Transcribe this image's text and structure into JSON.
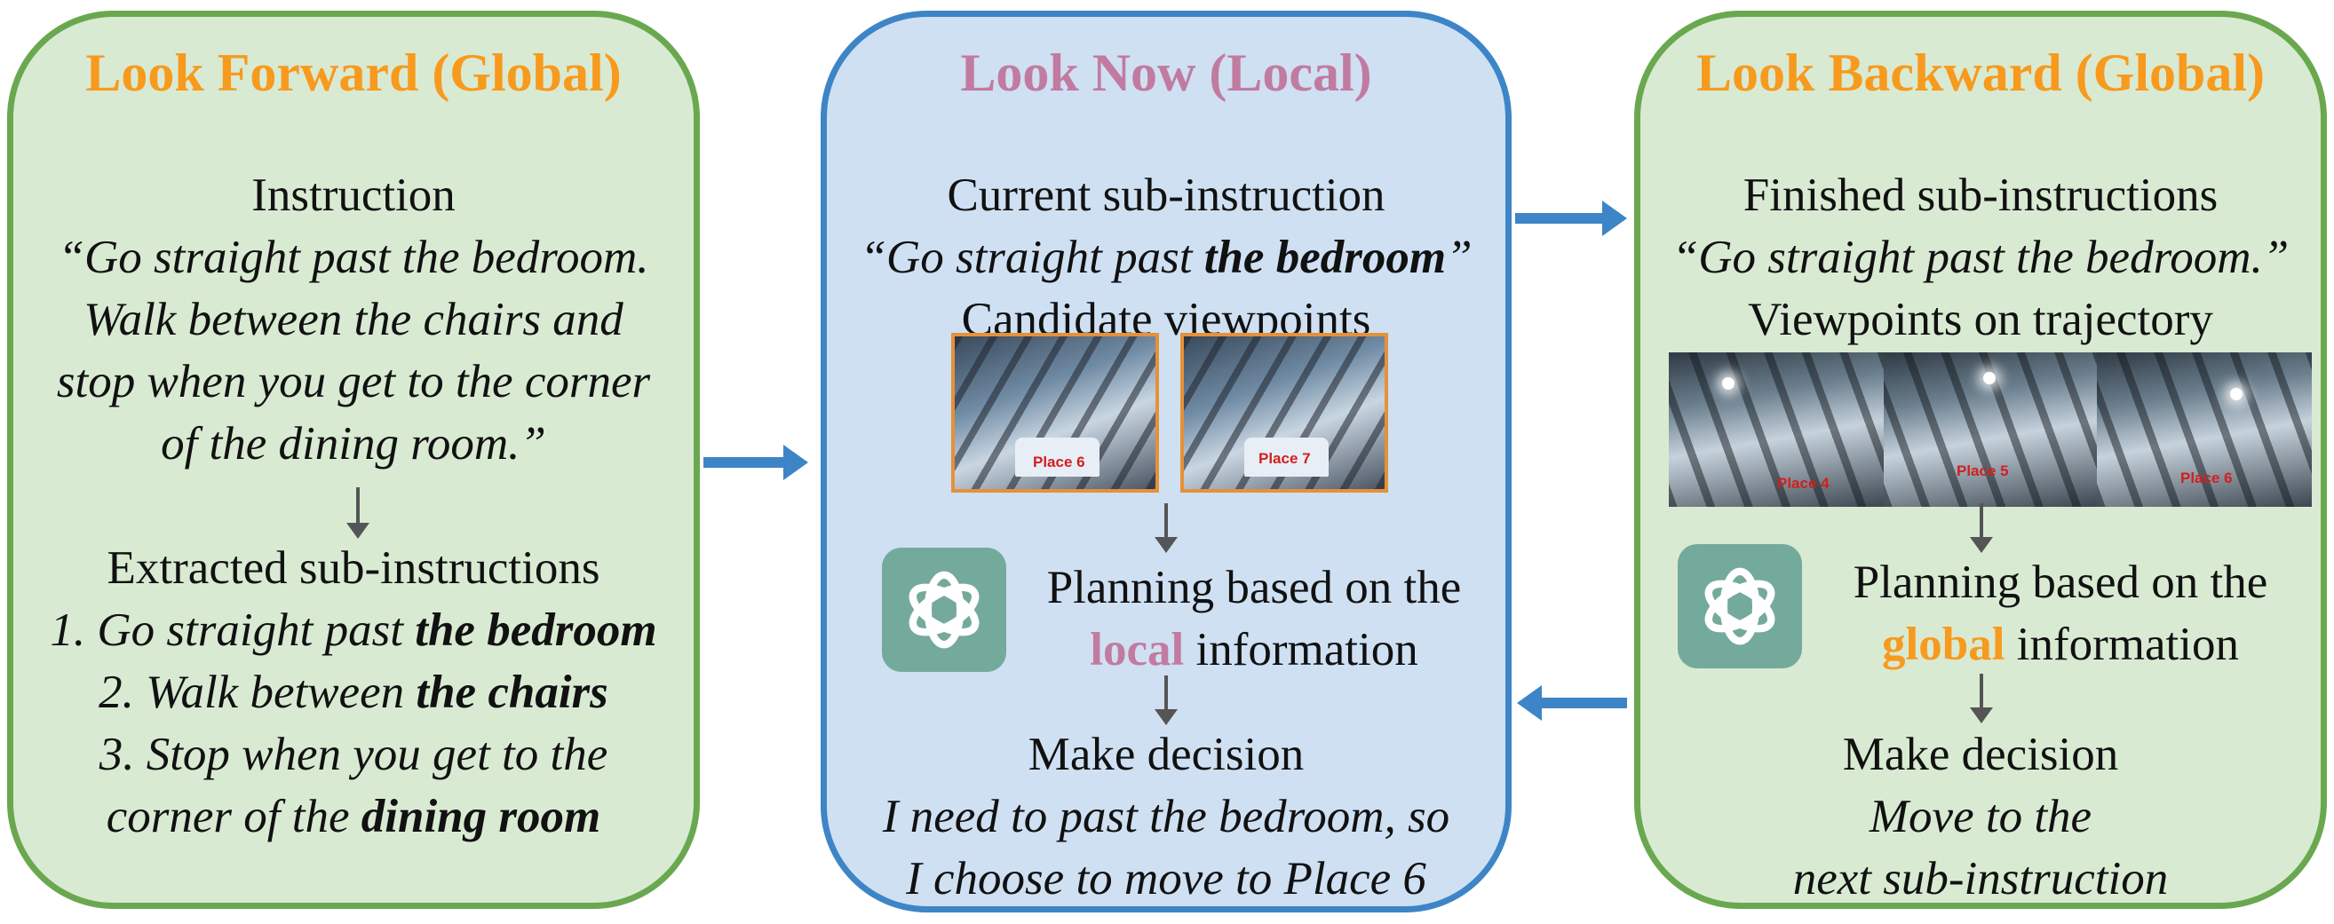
{
  "forward": {
    "title": "Look Forward (Global)",
    "instruction_heading": "Instruction",
    "instruction_lines": [
      "“Go straight past the bedroom.",
      "Walk between the chairs and",
      "stop when you get to the corner",
      "of the dining room.”"
    ],
    "extracted_heading": "Extracted sub-instructions",
    "sub_instructions": [
      {
        "text": "1. Go straight past ",
        "bold": "the bedroom"
      },
      {
        "text": "2. Walk between ",
        "bold": "the chairs"
      },
      {
        "text": "3. Stop when you get to the",
        "bold": ""
      },
      {
        "text": "corner of the ",
        "bold": "dining room"
      }
    ]
  },
  "now": {
    "title": "Look Now (Local)",
    "current_heading": "Current sub-instruction",
    "current_prefix": "“Go straight past ",
    "current_bold": "the bedroom",
    "current_suffix": "”",
    "candidates_heading": "Candidate viewpoints",
    "candidates": [
      {
        "label": "Place 6"
      },
      {
        "label": "Place 7"
      }
    ],
    "planning_line1": "Planning based on the",
    "planning_keyword": "local",
    "planning_rest": " information",
    "decision_heading": "Make decision",
    "decision_lines": [
      "I need to past the bedroom, so",
      "I choose to move to Place 6"
    ]
  },
  "backward": {
    "title": "Look Backward (Global)",
    "finished_heading": "Finished sub-instructions",
    "finished_text": "“Go straight past the bedroom.”",
    "trajectory_heading": "Viewpoints on trajectory",
    "trajectory_places": [
      {
        "label": "Place 4"
      },
      {
        "label": "Place 5"
      },
      {
        "label": "Place 6"
      }
    ],
    "planning_line1": "Planning based on the",
    "planning_keyword": "global",
    "planning_rest": " information",
    "decision_heading": "Make decision",
    "decision_lines": [
      "Move to the",
      "next sub-instruction"
    ]
  },
  "colors": {
    "global_accent": "#f79a1d",
    "local_accent": "#c27ba0",
    "arrow": "#3d85c6",
    "gpt_icon": "#74aa9c"
  }
}
